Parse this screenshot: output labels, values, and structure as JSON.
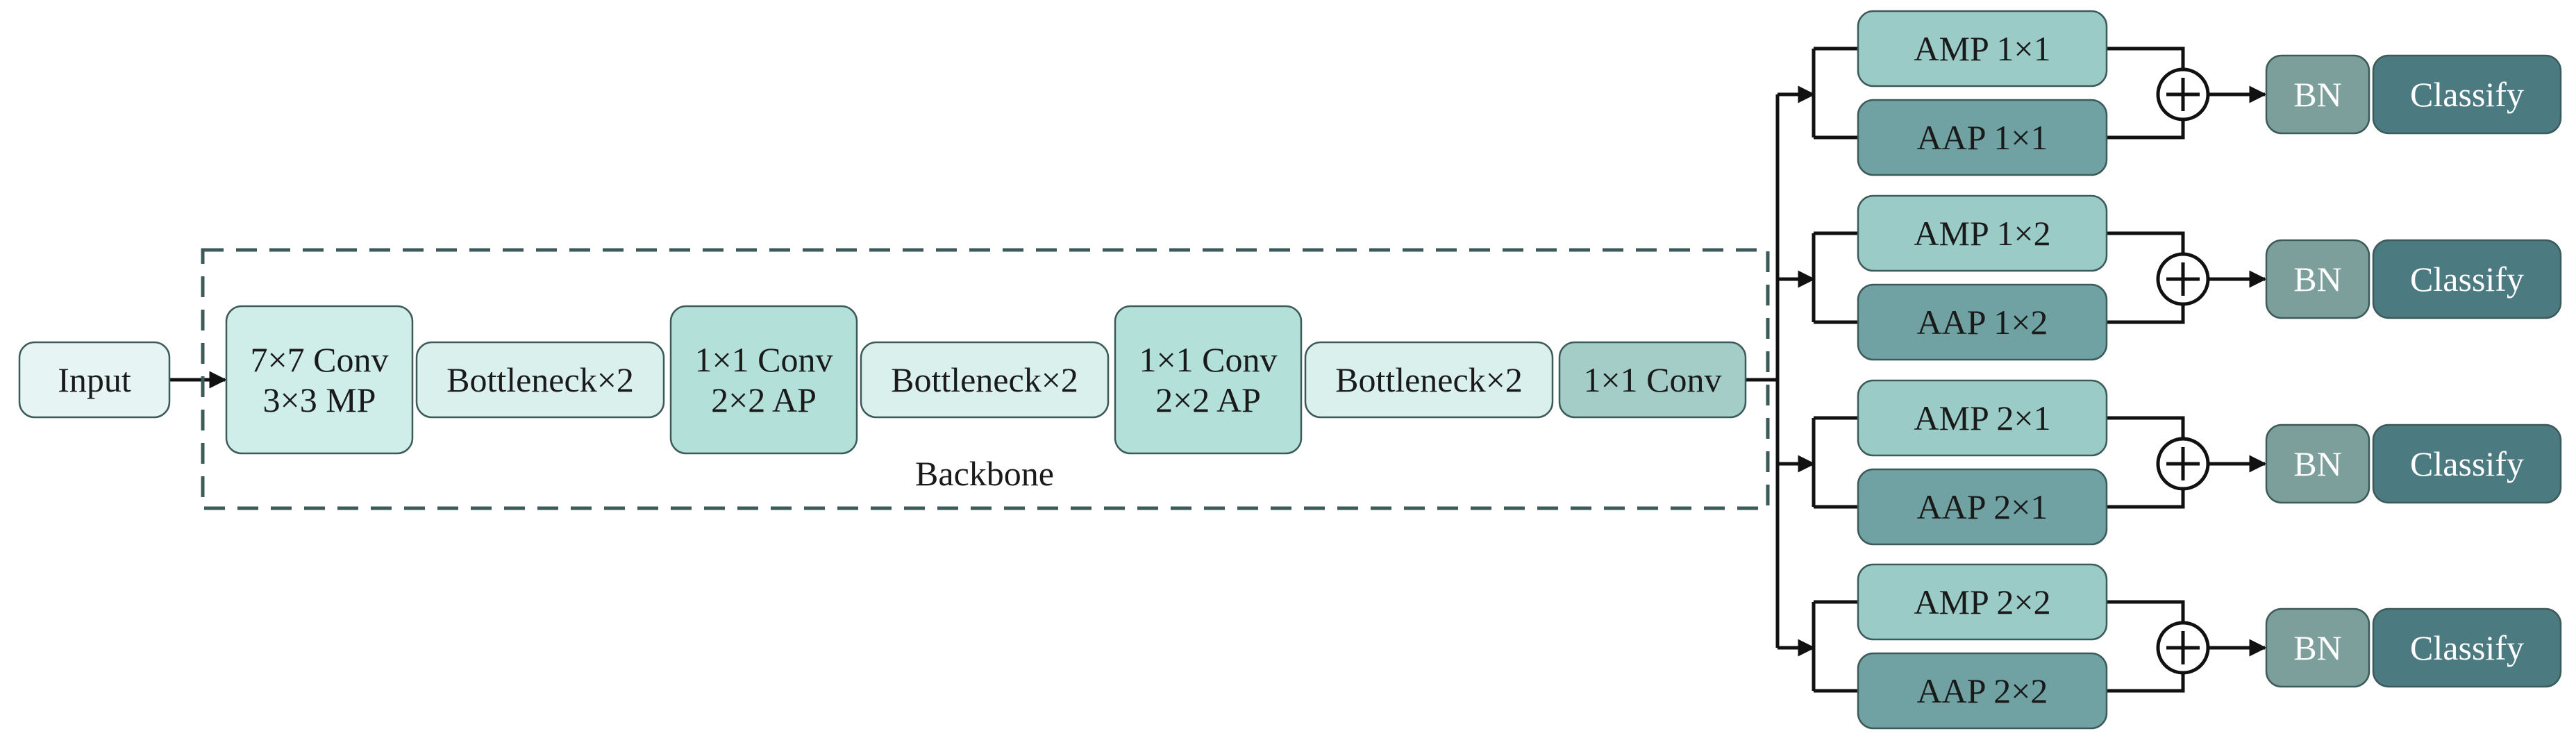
{
  "input": {
    "label": "Input"
  },
  "backbone": {
    "label": "Backbone",
    "stages": [
      {
        "lines": [
          "7×7 Conv",
          "3×3 MP"
        ],
        "color": "#cfeeea"
      },
      {
        "lines": [
          "Bottleneck×2"
        ],
        "color": "#daf0ed"
      },
      {
        "lines": [
          "1×1 Conv",
          "2×2 AP"
        ],
        "color": "#b4e0da"
      },
      {
        "lines": [
          "Bottleneck×2"
        ],
        "color": "#daf0ed"
      },
      {
        "lines": [
          "1×1 Conv",
          "2×2 AP"
        ],
        "color": "#b4e0da"
      },
      {
        "lines": [
          "Bottleneck×2"
        ],
        "color": "#daf0ed"
      },
      {
        "lines": [
          "1×1 Conv"
        ],
        "color": "#a4cdc8"
      }
    ]
  },
  "branches": [
    {
      "amp": "AMP 1×1",
      "aap": "AAP 1×1",
      "bn": "BN",
      "classify": "Classify"
    },
    {
      "amp": "AMP 1×2",
      "aap": "AAP 1×2",
      "bn": "BN",
      "classify": "Classify"
    },
    {
      "amp": "AMP 2×1",
      "aap": "AAP 2×1",
      "bn": "BN",
      "classify": "Classify"
    },
    {
      "amp": "AMP 2×2",
      "aap": "AAP 2×2",
      "bn": "BN",
      "classify": "Classify"
    }
  ],
  "colors": {
    "input": "#e6f5f3",
    "amp": "#9acbc7",
    "aap": "#71a2a3",
    "bn": "#7d9f9c",
    "classify": "#4b7b81",
    "dashed_border": "#3d5a5a"
  }
}
